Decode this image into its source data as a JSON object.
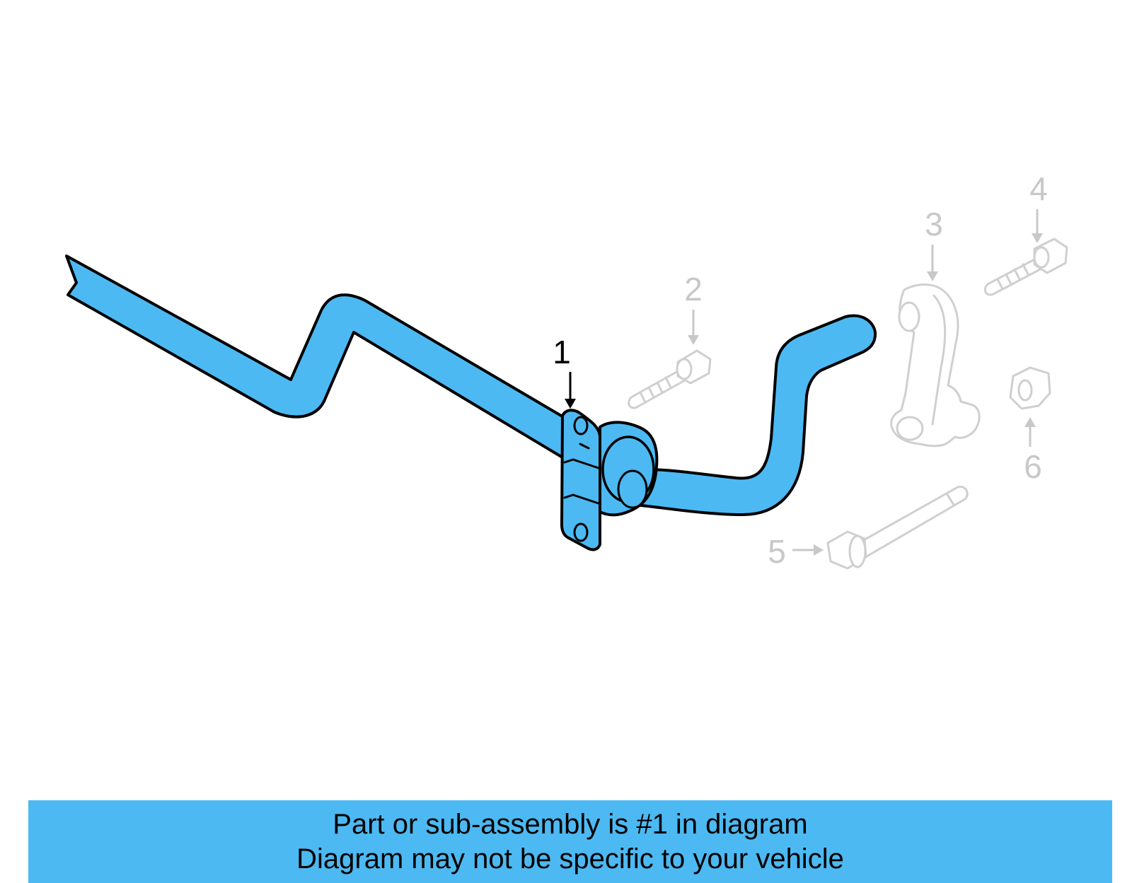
{
  "colors": {
    "highlight": "#4DB9F2",
    "outline": "#000000",
    "faded": "#CCCCCC",
    "background": "#FFFFFF"
  },
  "callouts": [
    {
      "number": "1",
      "part": "stabilizer-bar-with-bushing-bracket",
      "highlighted": true
    },
    {
      "number": "2",
      "part": "bracket-bolt",
      "highlighted": false
    },
    {
      "number": "3",
      "part": "stabilizer-link",
      "highlighted": false
    },
    {
      "number": "4",
      "part": "link-upper-bolt",
      "highlighted": false
    },
    {
      "number": "5",
      "part": "link-lower-bolt",
      "highlighted": false
    },
    {
      "number": "6",
      "part": "link-nut",
      "highlighted": false
    }
  ],
  "banner": {
    "line1": "Part or sub-assembly is #1 in diagram",
    "line2": "Diagram may not be specific to your vehicle"
  }
}
